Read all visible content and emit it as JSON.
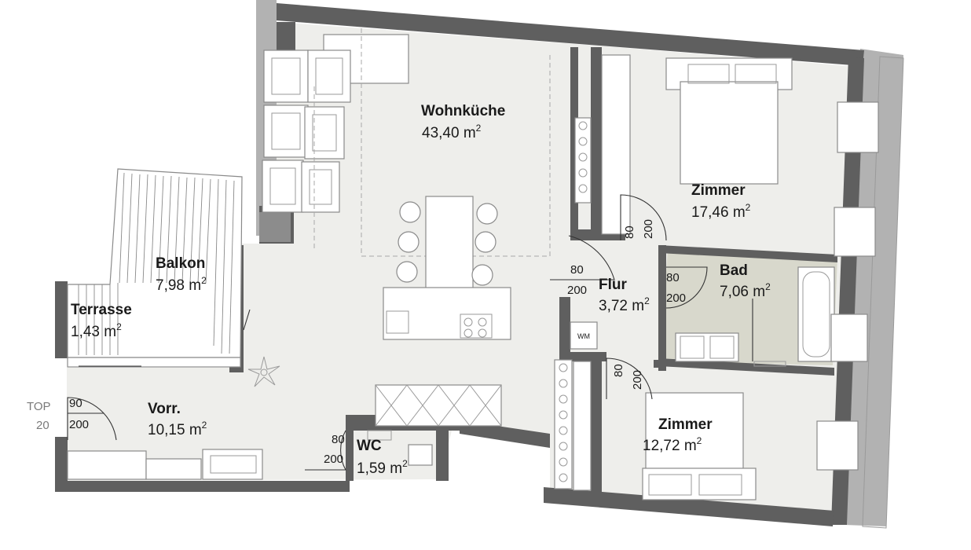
{
  "rooms": {
    "wohnkueche": {
      "name": "Wohnküche",
      "area": "43,40 m",
      "unit_sup": "2"
    },
    "zimmer1": {
      "name": "Zimmer",
      "area": "17,46 m",
      "unit_sup": "2"
    },
    "bad": {
      "name": "Bad",
      "area": "7,06 m",
      "unit_sup": "2"
    },
    "flur": {
      "name": "Flur",
      "area": "3,72 m",
      "unit_sup": "2"
    },
    "balkon": {
      "name": "Balkon",
      "area": "7,98 m",
      "unit_sup": "2"
    },
    "terrasse": {
      "name": "Terrasse",
      "area": "1,43 m",
      "unit_sup": "2"
    },
    "vorr": {
      "name": "Vorr.",
      "area": "10,15 m",
      "unit_sup": "2"
    },
    "wc": {
      "name": "WC",
      "area": "1,59 m",
      "unit_sup": "2"
    },
    "zimmer2": {
      "name": "Zimmer",
      "area": "12,72 m",
      "unit_sup": "2"
    }
  },
  "doors": {
    "zimmer1": {
      "width": "80",
      "height": "200"
    },
    "flur_left": {
      "width": "80",
      "height": "200"
    },
    "bad": {
      "width": "80",
      "height": "200"
    },
    "zimmer2": {
      "width": "80",
      "height": "200"
    },
    "wc": {
      "width": "80",
      "height": "200"
    },
    "entrance": {
      "width": "90",
      "height": "200"
    }
  },
  "unit_label": {
    "prefix": "TOP",
    "number": "20"
  },
  "appliance": {
    "washing_machine": "WM"
  }
}
